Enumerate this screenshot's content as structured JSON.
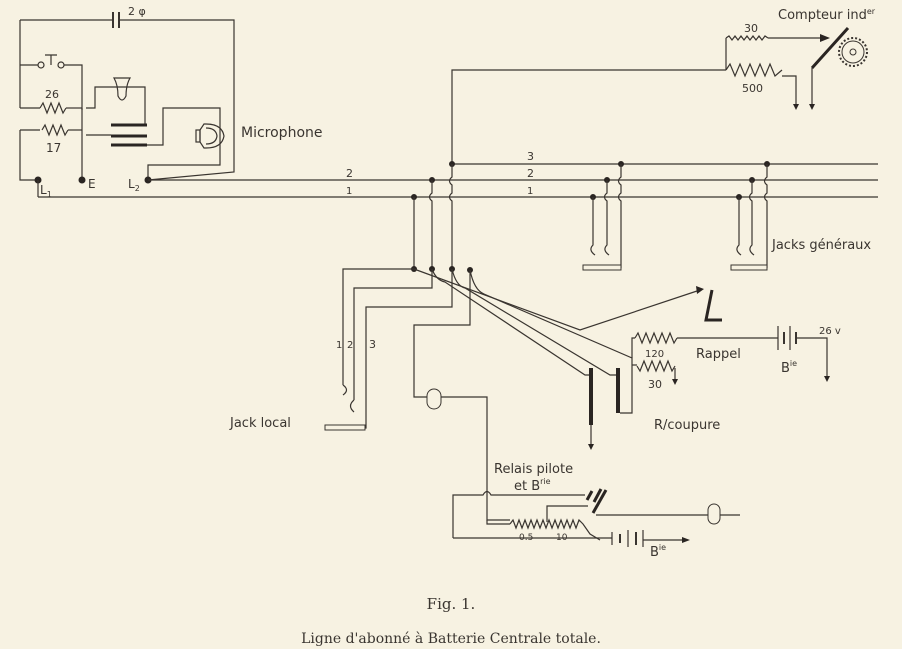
{
  "figure": {
    "number": "Fig. 1.",
    "caption": "Ligne d'abonné à Batterie Centrale totale."
  },
  "labels": {
    "microphone": "Microphone",
    "capacitor": "2 φ",
    "res_26": "26",
    "res_17": "17",
    "L1": "L",
    "L1_sub": "1",
    "E": "E",
    "L2": "L",
    "L2_sub": "2",
    "compteur": "Compteur ind",
    "compteur_sup": "er",
    "res_30_top": "30",
    "res_500": "500",
    "line_3": "3",
    "line_2_left": "2",
    "line_1_left": "1",
    "line_2_right": "2",
    "line_1_right": "1",
    "jacks_generaux": "Jacks généraux",
    "jack_local": "Jack local",
    "local_1": "1",
    "local_2": "2",
    "local_3": "3",
    "res_120": "120",
    "rappel": "Rappel",
    "res_30_coupure": "30",
    "r_coupure": "R/coupure",
    "battery_top": "B",
    "battery_top_sup": "ie",
    "voltage": "26 v",
    "relais_pilote": "Relais pilote",
    "et_b": "et B",
    "et_b_sup": "rie",
    "res_05": "0.5",
    "res_10": "10",
    "battery_bottom": "B",
    "battery_bottom_sup": "ie"
  }
}
